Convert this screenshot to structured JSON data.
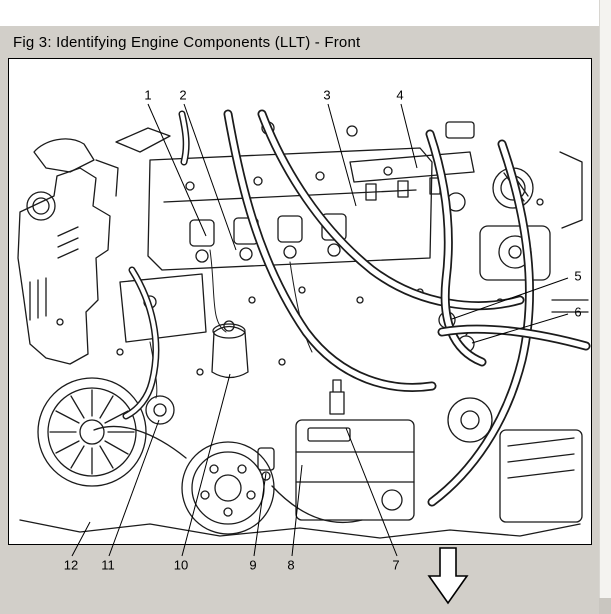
{
  "figure": {
    "title": "Fig 3: Identifying Engine Components (LLT) - Front"
  },
  "callouts": [
    "1",
    "2",
    "3",
    "4",
    "5",
    "6",
    "7",
    "8",
    "9",
    "10",
    "11",
    "12"
  ],
  "icons": {
    "down_arrow": "down-arrow-icon"
  },
  "colors": {
    "background": "#d2cfc9",
    "panel": "#ffffff",
    "line_art": "#1b1b1b",
    "title_text": "#000000"
  }
}
